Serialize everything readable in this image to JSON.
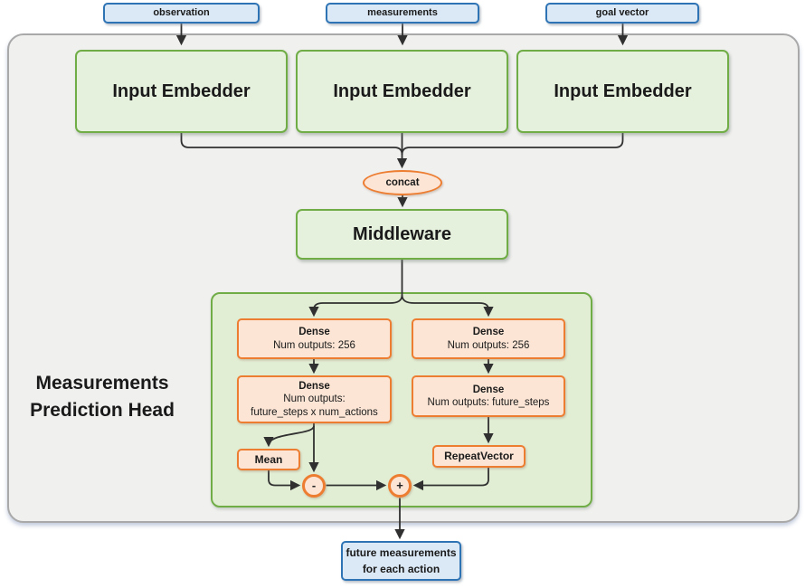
{
  "nodes": {
    "inputs": [
      {
        "label": "observation"
      },
      {
        "label": "measurements"
      },
      {
        "label": "goal vector"
      }
    ],
    "embedders": [
      {
        "label": "Input Embedder"
      },
      {
        "label": "Input Embedder"
      },
      {
        "label": "Input Embedder"
      }
    ],
    "concat": {
      "label": "concat"
    },
    "middleware": {
      "label": "Middleware"
    },
    "head": {
      "title_line1": "Measurements",
      "title_line2": "Prediction Head",
      "left": {
        "dense1_title": "Dense",
        "dense1_sub": "Num outputs: 256",
        "dense2_title": "Dense",
        "dense2_sub1": "Num outputs:",
        "dense2_sub2": "future_steps x num_actions",
        "mean_label": "Mean",
        "minus_label": "-"
      },
      "right": {
        "dense1_title": "Dense",
        "dense1_sub": "Num outputs: 256",
        "dense2_title": "Dense",
        "dense2_sub": "Num outputs: future_steps",
        "repeat_label": "RepeatVector",
        "plus_label": "+"
      }
    },
    "output": {
      "line1": "future measurements",
      "line2": "for each action"
    }
  },
  "colors": {
    "blue_fill": "#dbe9f6",
    "blue_border": "#2e74b5",
    "green_fill": "#e5f0dd",
    "green_border": "#70ad47",
    "container_fill": "#e1eed4",
    "orange_fill": "#fce5d5",
    "orange_border": "#ed7d31",
    "outer_fill": "#f0f0ef",
    "outer_border": "#a9a9a9",
    "line": "#303030"
  }
}
